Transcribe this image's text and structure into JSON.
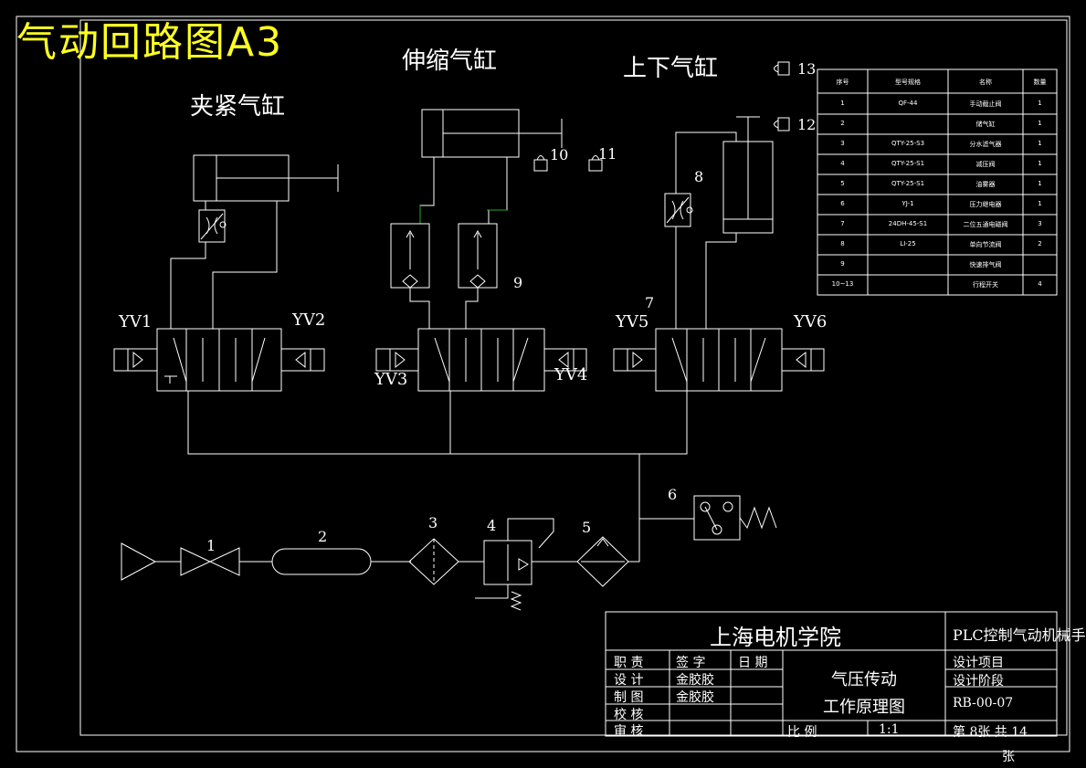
{
  "title": "气动回路图A3",
  "cylinders": {
    "clamp": "夹紧气缸",
    "extend": "伸缩气缸",
    "updown": "上下气缸"
  },
  "valves": [
    "YV1",
    "YV2",
    "YV3",
    "YV4",
    "YV5",
    "YV6"
  ],
  "numbers": {
    "n1": "1",
    "n2": "2",
    "n3": "3",
    "n4": "4",
    "n5": "5",
    "n6": "6",
    "n7": "7",
    "n8": "8",
    "n9": "9",
    "n10": "10",
    "n11": "11",
    "n12": "12",
    "n13": "13"
  },
  "parts_table": {
    "headers": [
      "序号",
      "型号规格",
      "名称",
      "数量"
    ],
    "rows": [
      [
        "1",
        "QF-44",
        "手动截止阀",
        "1"
      ],
      [
        "2",
        "",
        "储气缸",
        "1"
      ],
      [
        "3",
        "QTY-25-S3",
        "分水滤气器",
        "1"
      ],
      [
        "4",
        "QTY-25-S1",
        "减压阀",
        "1"
      ],
      [
        "5",
        "QTY-25-S1",
        "油雾器",
        "1"
      ],
      [
        "6",
        "YJ-1",
        "压力继电器",
        "1"
      ],
      [
        "7",
        "24DH-45-S1",
        "二位五通电磁阀",
        "3"
      ],
      [
        "8",
        "LI-25",
        "单向节流阀",
        "2"
      ],
      [
        "9",
        "",
        "快速排气阀",
        ""
      ],
      [
        "10~13",
        "",
        "行程开关",
        "4"
      ]
    ]
  },
  "title_block": {
    "school": "上海电机学院",
    "project": "PLC控制气动机械手",
    "roles": [
      "职  责",
      "设  计",
      "制  图",
      "校  核",
      "审  核"
    ],
    "sign_header": "签  字",
    "date_header": "日  期",
    "signers": [
      "金胶胶",
      "金胶胶"
    ],
    "drawing_name_1": "气压传动",
    "drawing_name_2": "工作原理图",
    "design_item": "设计项目",
    "design_stage": "设计阶段",
    "drawing_no": "RB-00-07",
    "scale_label": "比  例",
    "scale_value": "1:1",
    "sheet": "第 8张  共  14",
    "sheet_unit": "张"
  }
}
